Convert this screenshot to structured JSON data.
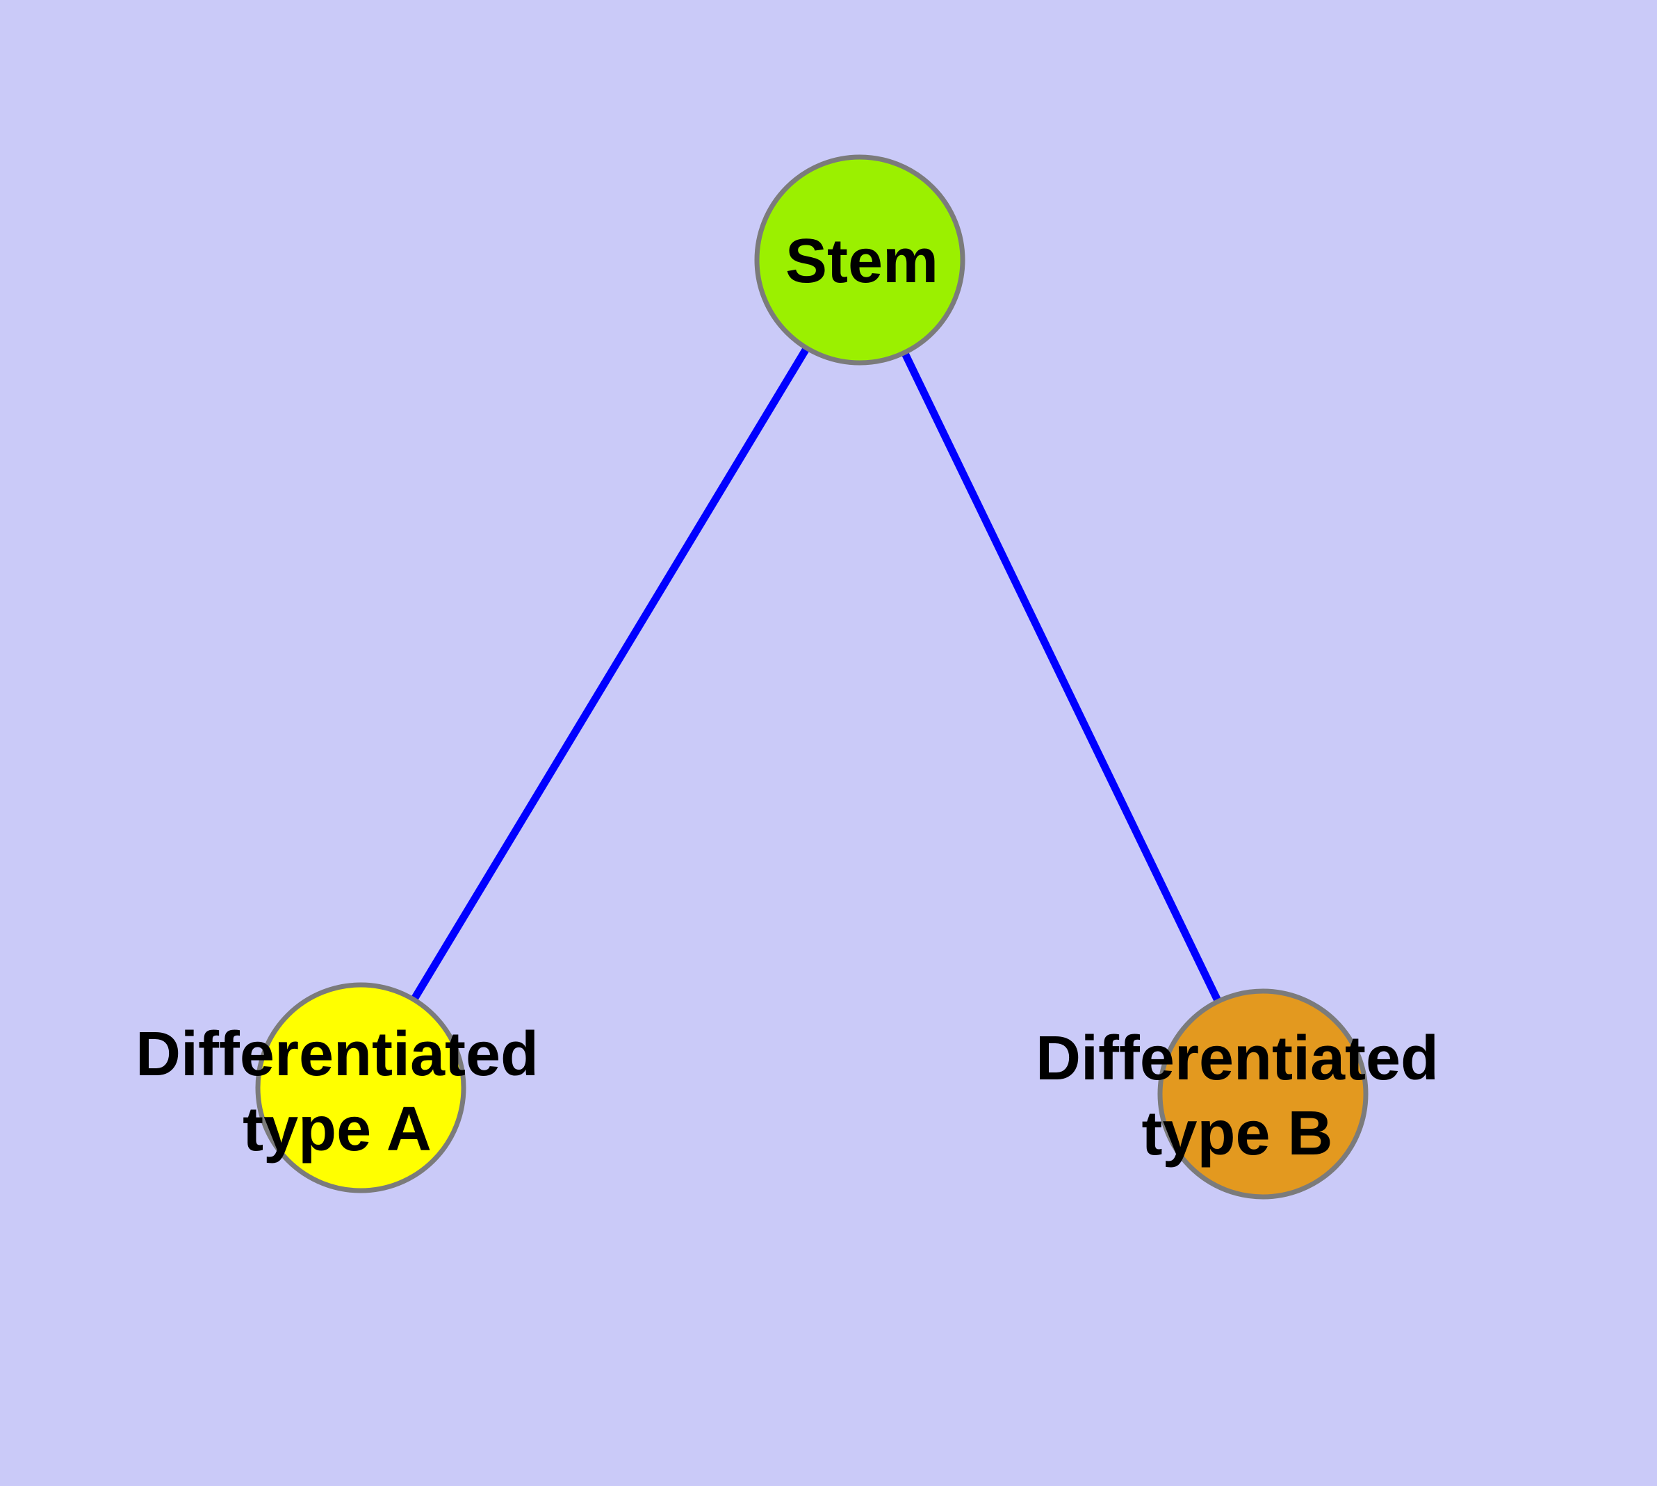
{
  "canvas": {
    "background_color": "#cacaf8",
    "edge_color": "#0000ff",
    "node_border_color": "#7b7b7b",
    "label_color": "#000000"
  },
  "graph": {
    "nodes": [
      {
        "id": "stem",
        "label": "Stem",
        "fill": "#9bf000"
      },
      {
        "id": "differentiated-type-a",
        "label": "Differentiated type A",
        "label_line1": "Differentiated",
        "label_line2": "type A",
        "fill": "#ffff00"
      },
      {
        "id": "differentiated-type-b",
        "label": "Differentiated type B",
        "label_line1": "Differentiated",
        "label_line2": "type B",
        "fill": "#e3991f"
      }
    ],
    "edges": [
      {
        "from": "Stem",
        "to": "Differentiated type A"
      },
      {
        "from": "Stem",
        "to": "Differentiated type B"
      }
    ]
  }
}
